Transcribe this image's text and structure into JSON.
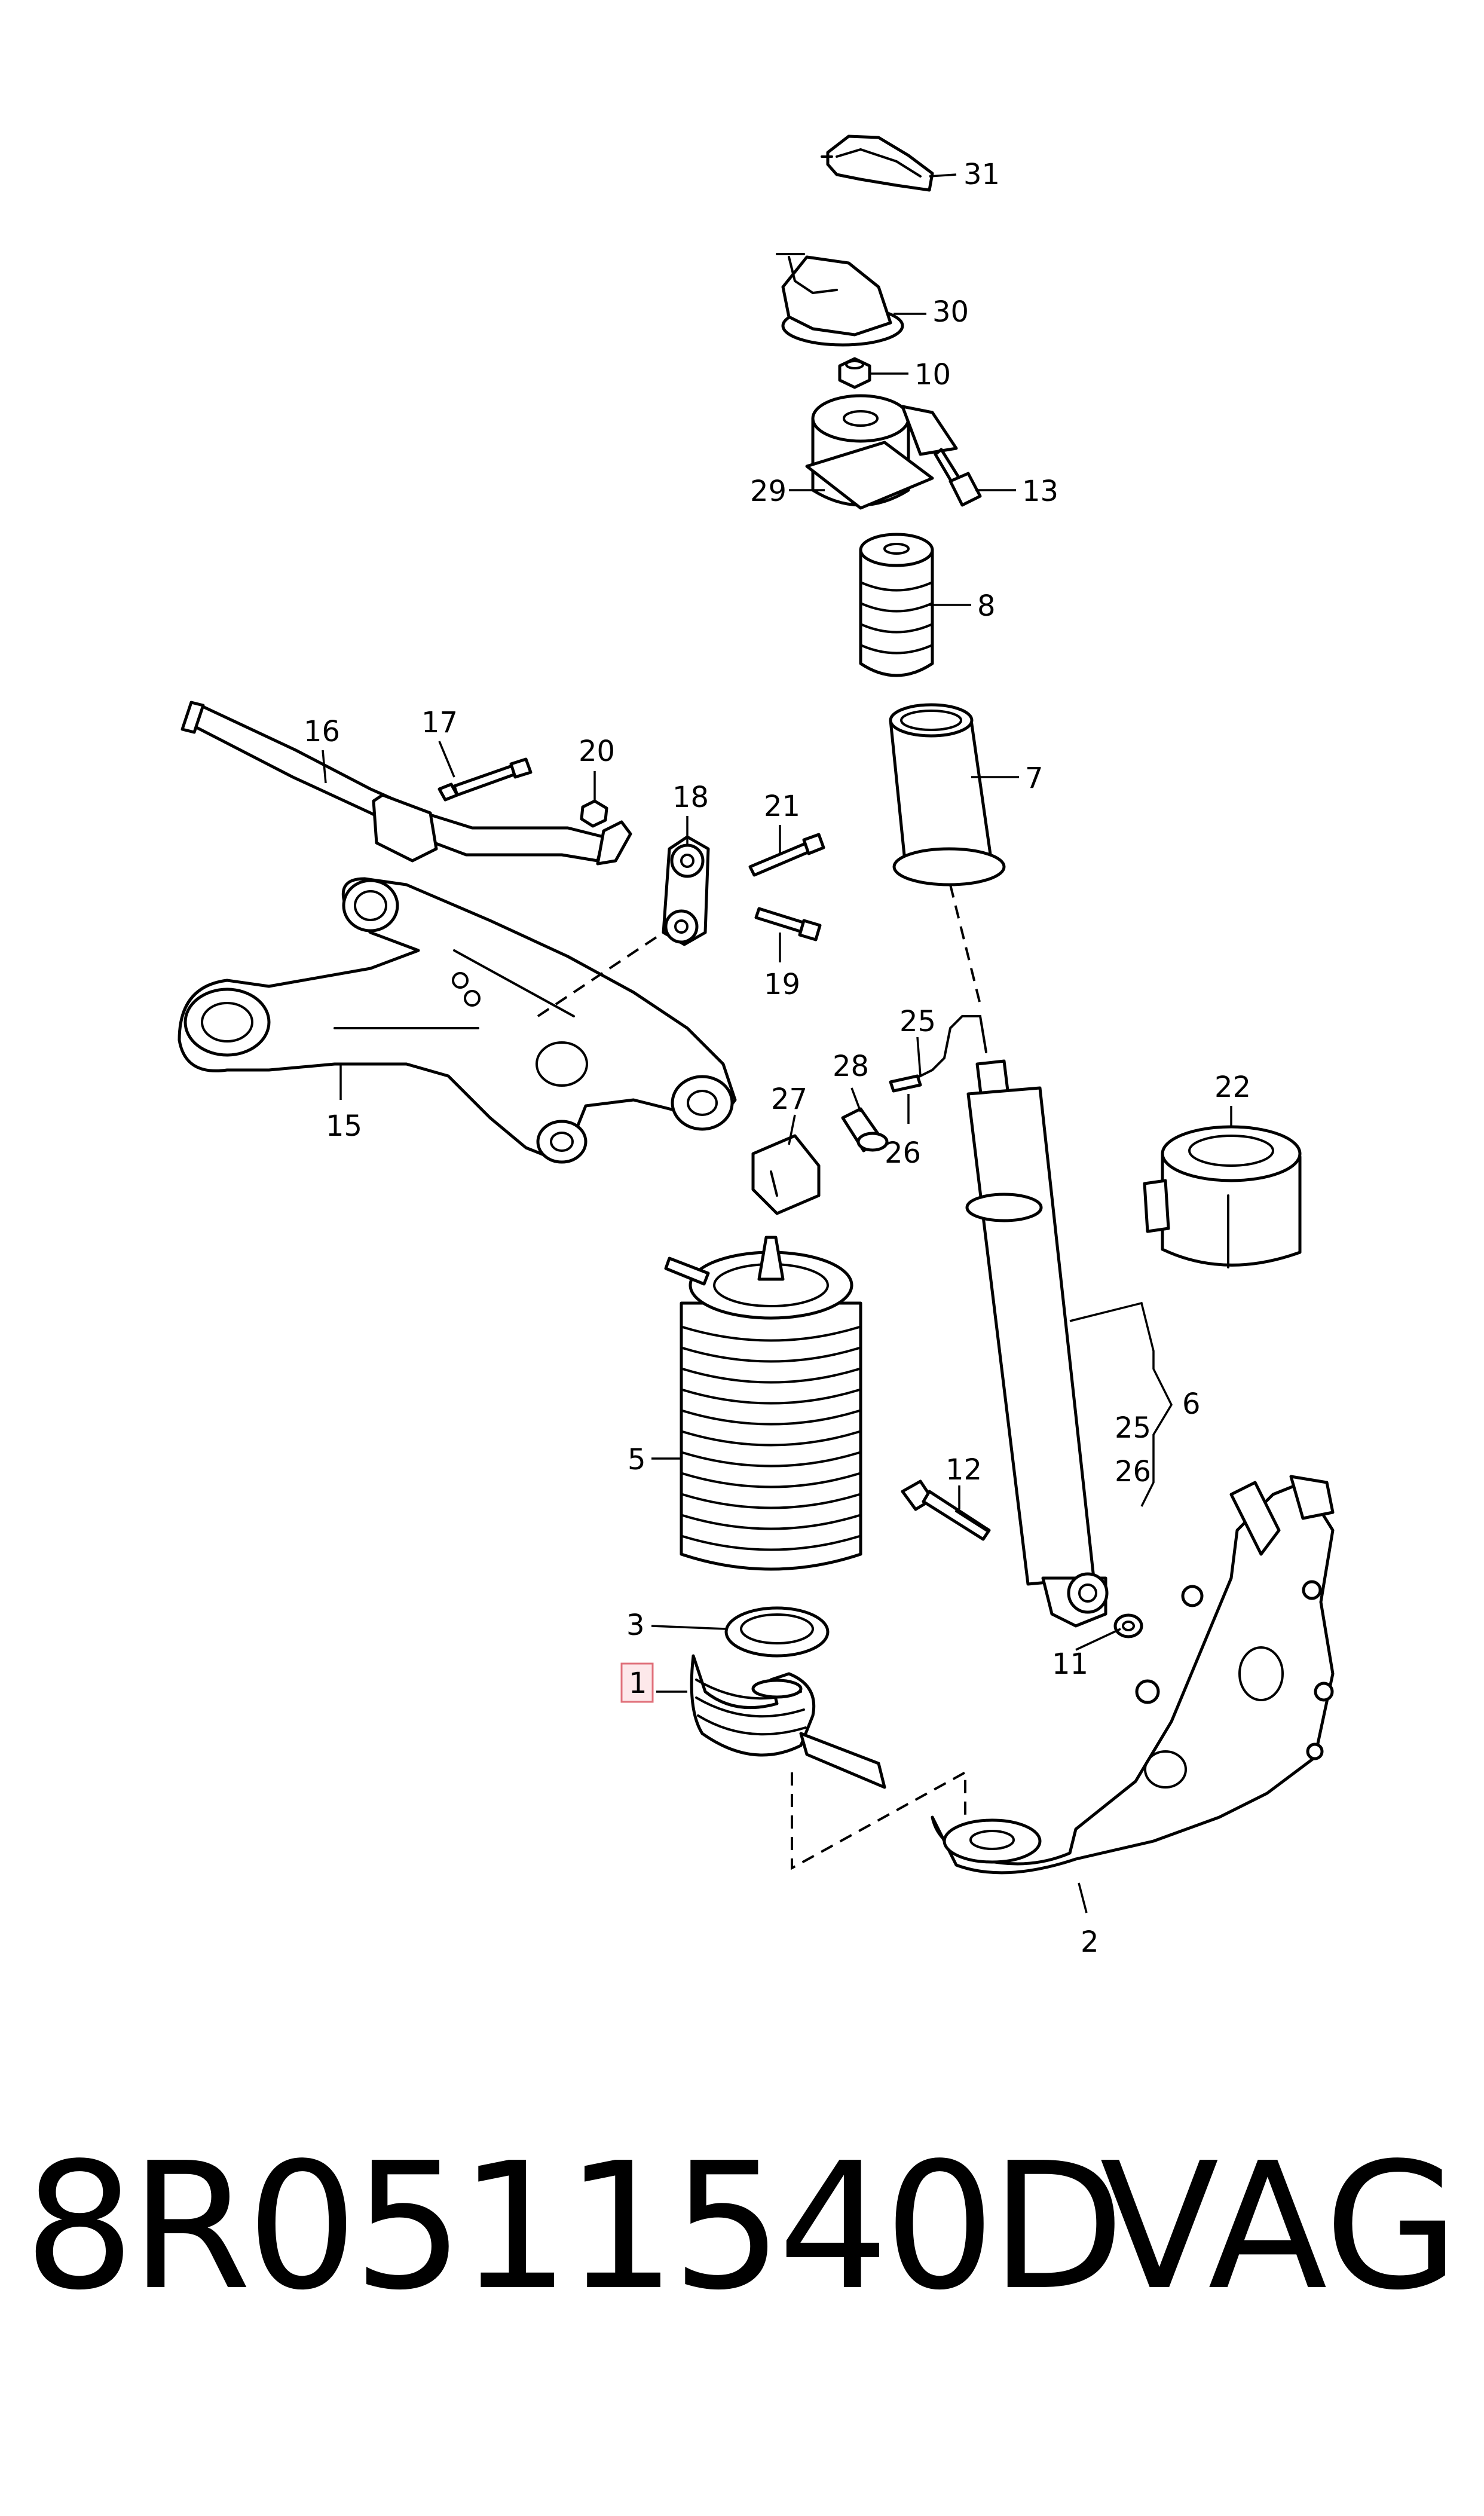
{
  "callouts": [
    {
      "id": "1",
      "label": "1",
      "highlighted": true
    },
    {
      "id": "2",
      "label": "2"
    },
    {
      "id": "3",
      "label": "3"
    },
    {
      "id": "5",
      "label": "5"
    },
    {
      "id": "6",
      "label": "6"
    },
    {
      "id": "7",
      "label": "7"
    },
    {
      "id": "8",
      "label": "8"
    },
    {
      "id": "10",
      "label": "10"
    },
    {
      "id": "11",
      "label": "11"
    },
    {
      "id": "12",
      "label": "12"
    },
    {
      "id": "13",
      "label": "13"
    },
    {
      "id": "15",
      "label": "15"
    },
    {
      "id": "16",
      "label": "16"
    },
    {
      "id": "17",
      "label": "17"
    },
    {
      "id": "18",
      "label": "18"
    },
    {
      "id": "19",
      "label": "19"
    },
    {
      "id": "20",
      "label": "20"
    },
    {
      "id": "21",
      "label": "21"
    },
    {
      "id": "22",
      "label": "22"
    },
    {
      "id": "25",
      "label": "25"
    },
    {
      "id": "26",
      "label": "26"
    },
    {
      "id": "27",
      "label": "27"
    },
    {
      "id": "28",
      "label": "28"
    },
    {
      "id": "29",
      "label": "29"
    },
    {
      "id": "30",
      "label": "30"
    },
    {
      "id": "31",
      "label": "31"
    }
  ],
  "bracket_6": {
    "label": "6",
    "sub_labels": [
      "25",
      "26"
    ]
  },
  "footer": {
    "part_number": "8R0511540D",
    "brand": "VAG"
  },
  "colors": {
    "highlight_fill": "#fde8ea",
    "highlight_stroke": "#e0707a",
    "line": "#000000"
  }
}
